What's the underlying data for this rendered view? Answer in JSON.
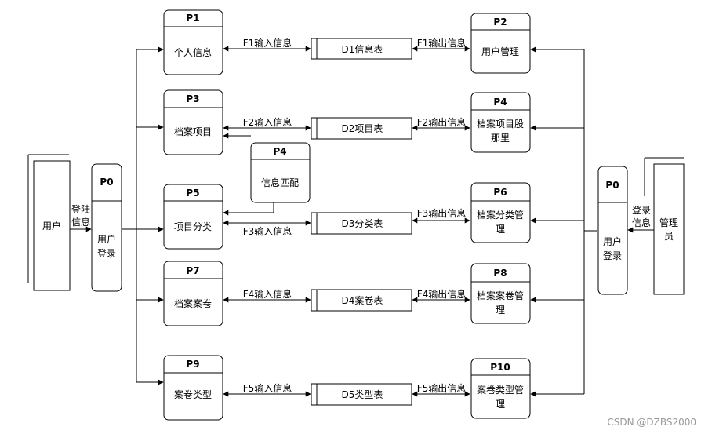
{
  "entities": {
    "user": "用户",
    "admin": [
      "管理",
      "员"
    ]
  },
  "login_flows": {
    "user_login_info": [
      "登陆",
      "信息"
    ],
    "admin_login_info": [
      "登录",
      "信息"
    ]
  },
  "processes": {
    "p0_left": {
      "id": "P0",
      "name": [
        "用户",
        "登录"
      ]
    },
    "p0_right": {
      "id": "P0",
      "name": [
        "用户",
        "登录"
      ]
    },
    "p1": {
      "id": "P1",
      "name": [
        "个人信息"
      ]
    },
    "p3": {
      "id": "P3",
      "name": [
        "档案项目"
      ]
    },
    "p4_match": {
      "id": "P4",
      "name": [
        "信息匹配"
      ]
    },
    "p5": {
      "id": "P5",
      "name": [
        "项目分类"
      ]
    },
    "p7": {
      "id": "P7",
      "name": [
        "档案案卷"
      ]
    },
    "p9": {
      "id": "P9",
      "name": [
        "案卷类型"
      ]
    },
    "p2": {
      "id": "P2",
      "name": [
        "用户管理"
      ]
    },
    "p4": {
      "id": "P4",
      "name": [
        "档案项目股",
        "那里"
      ]
    },
    "p6": {
      "id": "P6",
      "name": [
        "档案分类管",
        "理"
      ]
    },
    "p8": {
      "id": "P8",
      "name": [
        "档案案卷管",
        "理"
      ]
    },
    "p10": {
      "id": "P10",
      "name": [
        "案卷类型管",
        "理"
      ]
    }
  },
  "stores": {
    "d1": "D1信息表",
    "d2": "D2项目表",
    "d3": "D3分类表",
    "d4": "D4案卷表",
    "d5": "D5类型表"
  },
  "flows": {
    "f1_in": "F1输入信息",
    "f1_out": "F1输出信息",
    "f2_in": "F2输入信息",
    "f2_out": "F2输出信息",
    "f3_in": "F3输入信息",
    "f3_out": "F3输出信息",
    "f4_in": "F4输入信息",
    "f4_out": "F4输出信息",
    "f5_in": "F5输入信息",
    "f5_out": "F5输出信息"
  },
  "watermark": "CSDN @DZBS2000"
}
